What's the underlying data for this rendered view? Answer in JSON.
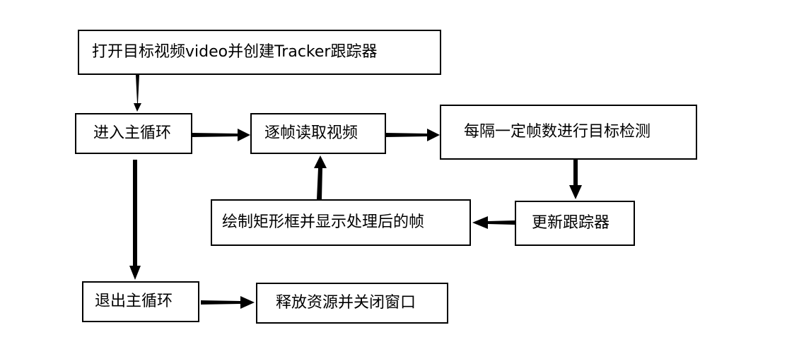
{
  "diagram": {
    "nodes": {
      "open_video": "打开目标视频video并创建Tracker跟踪器",
      "enter_loop": "进入主循环",
      "read_frames": "逐帧读取视频",
      "detect_targets": "每隔一定帧数进行目标检测",
      "update_tracker": "更新跟踪器",
      "draw_display": "绘制矩形框并显示处理后的帧",
      "exit_loop": "退出主循环",
      "release_resources": "释放资源并关闭窗口"
    },
    "edges": [
      {
        "from": "open_video",
        "to": "enter_loop"
      },
      {
        "from": "enter_loop",
        "to": "read_frames"
      },
      {
        "from": "read_frames",
        "to": "detect_targets"
      },
      {
        "from": "detect_targets",
        "to": "update_tracker"
      },
      {
        "from": "update_tracker",
        "to": "draw_display"
      },
      {
        "from": "draw_display",
        "to": "read_frames"
      },
      {
        "from": "enter_loop",
        "to": "exit_loop"
      },
      {
        "from": "exit_loop",
        "to": "release_resources"
      }
    ],
    "colors": {
      "stroke": "#000000",
      "background": "#ffffff"
    }
  }
}
